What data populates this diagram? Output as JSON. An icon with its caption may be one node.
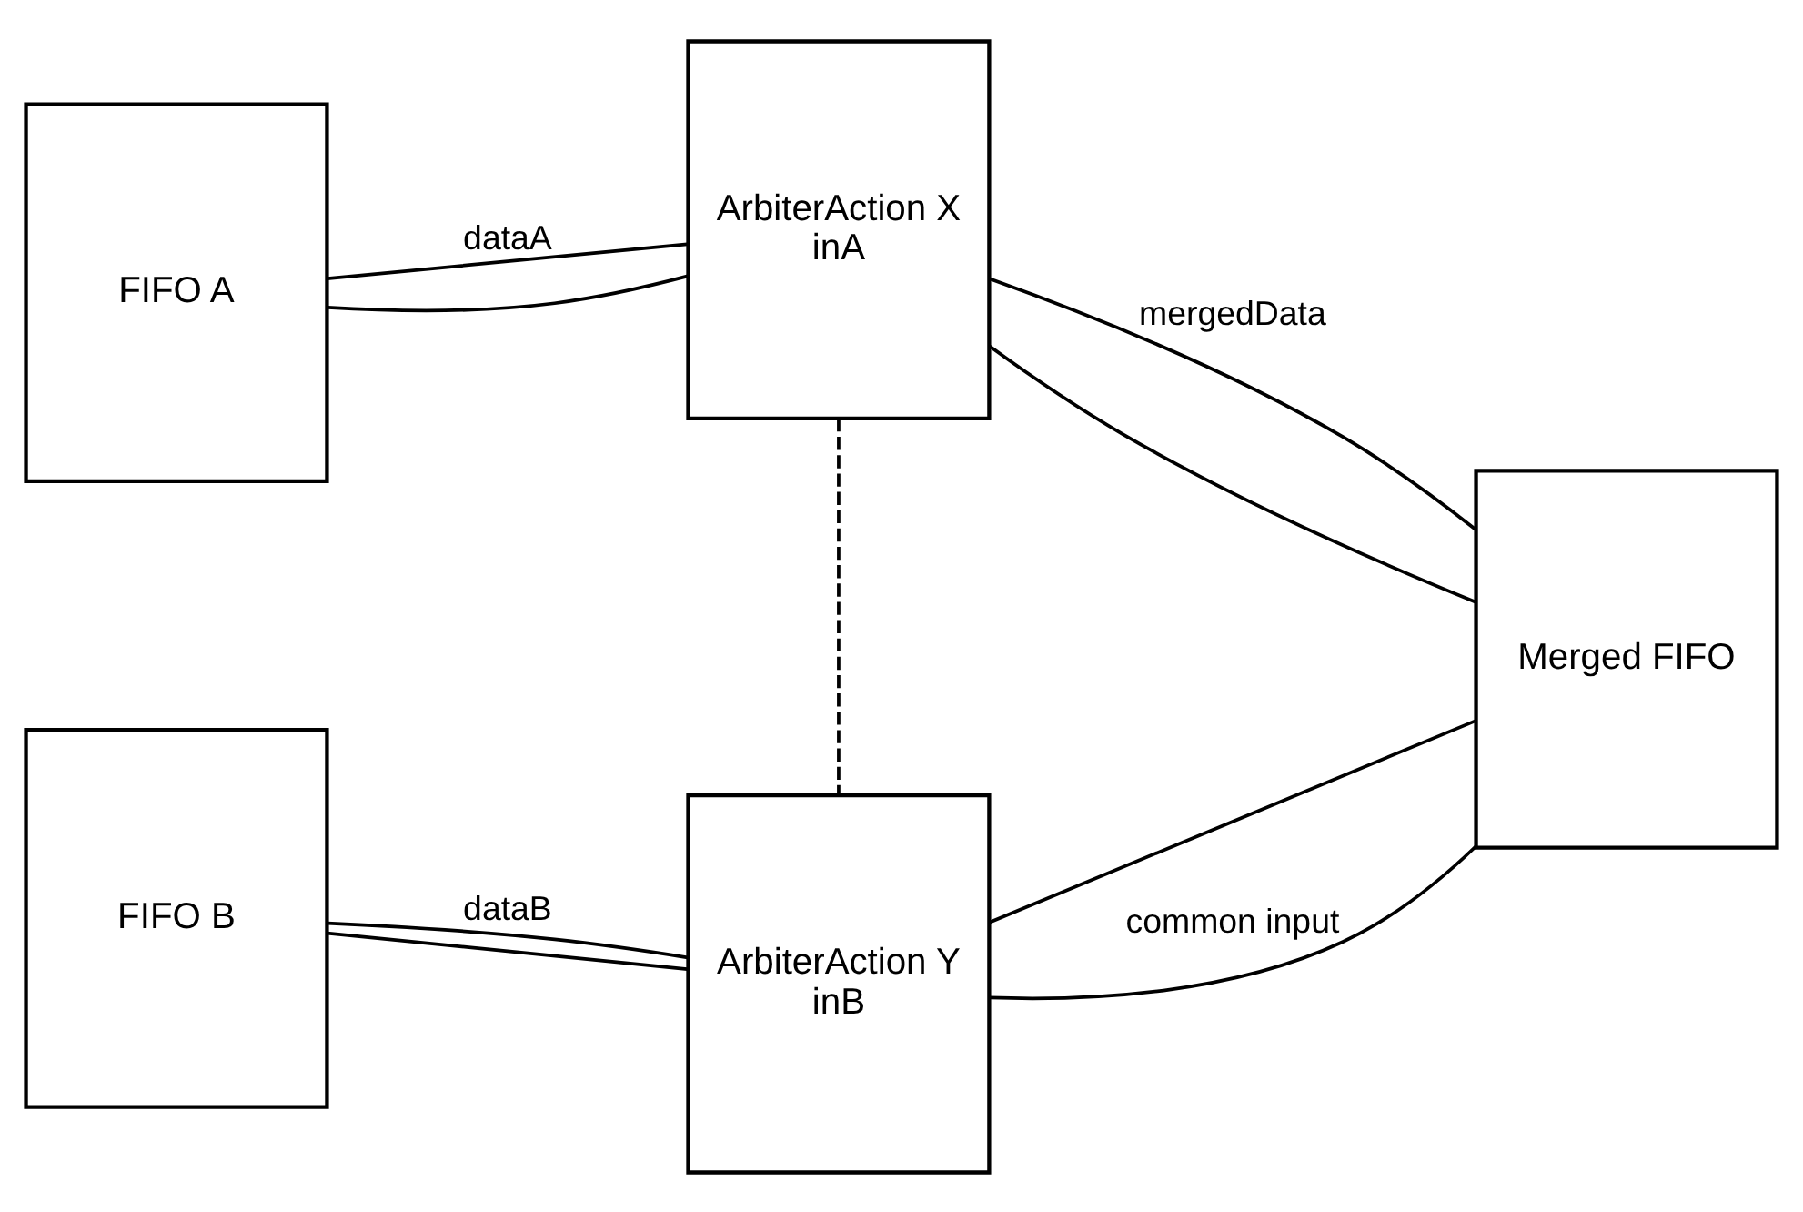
{
  "diagram": {
    "nodes": [
      {
        "text": [
          "FIFO A"
        ]
      },
      {
        "text": [
          "ArbiterAction X",
          "inA"
        ]
      },
      {
        "text": [
          "FIFO B"
        ]
      },
      {
        "text": [
          "ArbiterAction Y",
          "inB"
        ]
      },
      {
        "text": [
          "Merged FIFO"
        ]
      }
    ],
    "edges": [
      {
        "from": 0,
        "to": 1,
        "arrow": "none",
        "label": "dataA"
      },
      {
        "from": 1,
        "to": 0,
        "arrow": "none"
      },
      {
        "from": 1,
        "to": 3,
        "arrow": "none",
        "style": "dashed"
      },
      {
        "from": 1,
        "to": 4,
        "arrow": "none",
        "label": "mergedData"
      },
      {
        "from": 3,
        "to": 4,
        "arrow": "none"
      },
      {
        "from": 4,
        "to": 1,
        "arrow": "none"
      },
      {
        "from": 4,
        "to": 3,
        "arrow": "none",
        "label": "common input"
      },
      {
        "from": 2,
        "to": 3,
        "arrow": "none",
        "label": "dataB"
      },
      {
        "from": 3,
        "to": 2,
        "arrow": "none"
      }
    ]
  }
}
